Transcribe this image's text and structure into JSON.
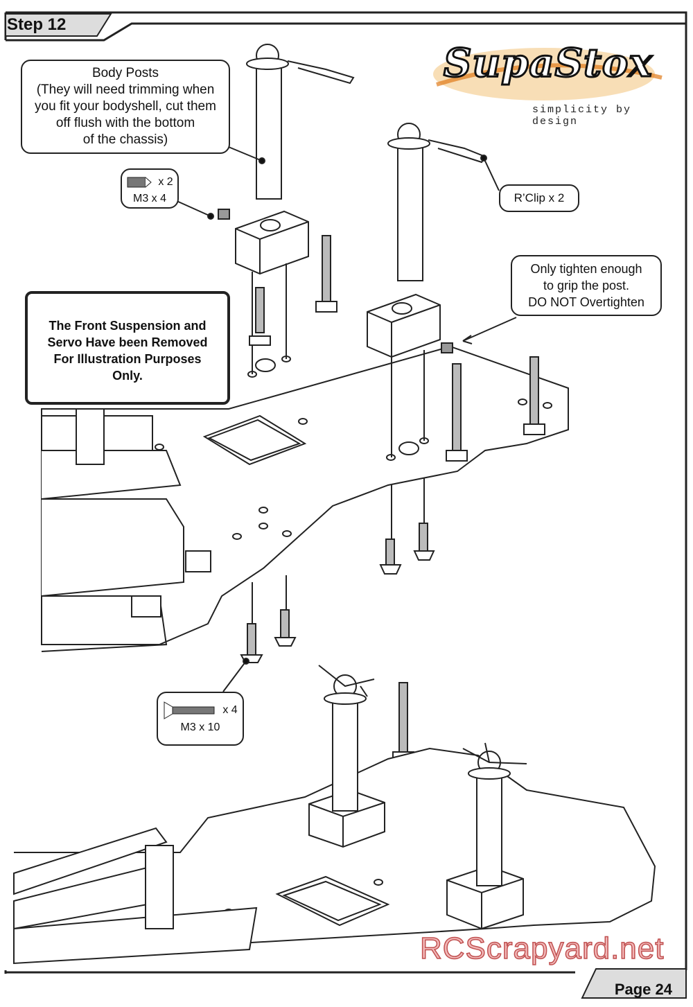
{
  "header": {
    "step": "Step 12"
  },
  "footer": {
    "page": "Page 24"
  },
  "logo": {
    "brand": "SupaStox",
    "tagline": "simplicity by design"
  },
  "callouts": {
    "body_posts": [
      "Body Posts",
      "(They will need trimming when",
      "you fit your bodyshell, cut them",
      "off flush with the bottom",
      "of the chassis)"
    ],
    "screw_small_qty": "x 2",
    "screw_small_size": "M3 x 4",
    "rclip": "R’Clip  x 2",
    "tighten": [
      "Only tighten enough",
      "to grip the post.",
      "DO NOT Overtighten"
    ],
    "removed_note": [
      "The Front Suspension and",
      "Servo Have been Removed",
      "For Illustration Purposes",
      "Only."
    ],
    "screw_large_qty": "x 4",
    "screw_large_size": "M3 x 10"
  },
  "watermark": "RCScrapyard.net",
  "colors": {
    "frame": "#222222",
    "logo_glow": "#e07b1a",
    "watermark": "#c05050"
  }
}
